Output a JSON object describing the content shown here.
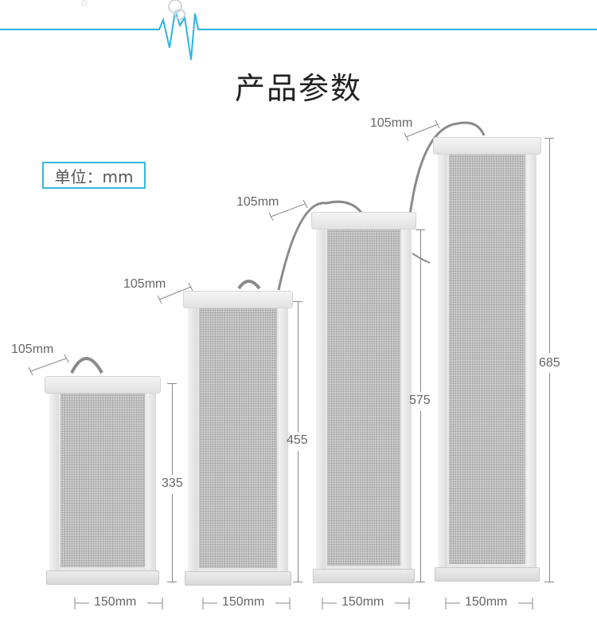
{
  "header": {
    "title": "产品参数",
    "accent_color": "#29b4e4"
  },
  "unit_label": "单位：mm",
  "speakers": [
    {
      "name": "speaker-1",
      "depth_label": "105mm",
      "height_label": "335",
      "width_label": "150mm"
    },
    {
      "name": "speaker-2",
      "depth_label": "105mm",
      "height_label": "455",
      "width_label": "150mm"
    },
    {
      "name": "speaker-3",
      "depth_label": "105mm",
      "height_label": "575",
      "width_label": "150mm"
    },
    {
      "name": "speaker-4",
      "depth_label": "105mm",
      "height_label": "685",
      "width_label": "150mm"
    }
  ]
}
